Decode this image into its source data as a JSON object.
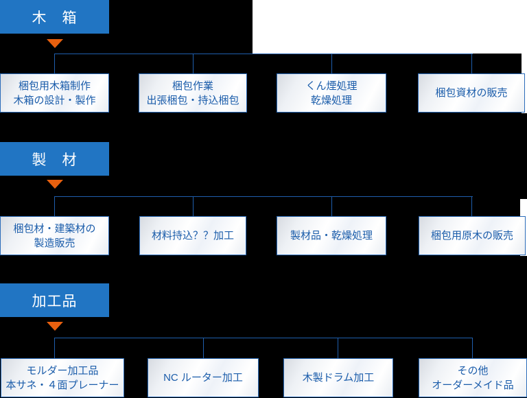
{
  "diagram_title": "business-lineup-organization-chart",
  "colors": {
    "background": "#000000",
    "panel_white": "#ffffff",
    "header_bg": "#2175c3",
    "header_text": "#ffffff",
    "arrow_orange": "#e8600f",
    "connector_line": "#1f5fae",
    "node_border": "#2b6cba",
    "node_text": "#1a5caa"
  },
  "sections": [
    {
      "title": "木　箱",
      "nodes": [
        {
          "lines": [
            "梱包用木箱制作",
            "木箱の設計・製作"
          ]
        },
        {
          "lines": [
            "梱包作業",
            "出張梱包・持込梱包"
          ]
        },
        {
          "lines": [
            "くん煙処理",
            "乾燥処理"
          ]
        },
        {
          "lines": [
            "梱包資材の販売"
          ]
        }
      ]
    },
    {
      "title": "製　材",
      "nodes": [
        {
          "lines": [
            "梱包材・建築材の",
            "製造販売"
          ]
        },
        {
          "lines": [
            "材料持込？？加工"
          ]
        },
        {
          "lines": [
            "製材品・乾燥処理"
          ]
        },
        {
          "lines": [
            "梱包用原木の販売"
          ]
        }
      ]
    },
    {
      "title": "加工品",
      "nodes": [
        {
          "lines": [
            "モルダー加工品",
            "本サネ・４面プレーナー"
          ]
        },
        {
          "lines": [
            "NC ルーター加工"
          ]
        },
        {
          "lines": [
            "木製ドラム加工"
          ]
        },
        {
          "lines": [
            "その他",
            "オーダーメイド品"
          ]
        }
      ]
    }
  ]
}
